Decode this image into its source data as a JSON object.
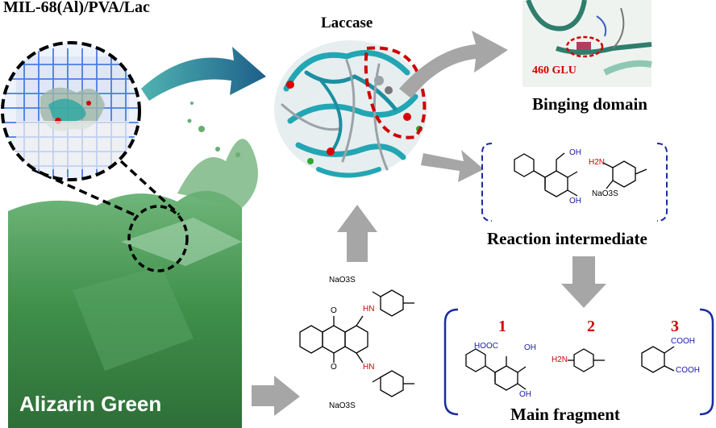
{
  "labels": {
    "composite": "MIL-68(Al)/PVA/Lac",
    "enzyme": "Laccase",
    "binding_residue": "460 GLU",
    "binding_domain": "Binging domain",
    "intermediate": "Reaction  intermediate",
    "fragment": "Main fragment",
    "dye": "Alizarin Green"
  },
  "chem": {
    "oh": "OH",
    "h2n": "H2N",
    "naso3s": "NaO3S",
    "hn": "HN",
    "o": "O",
    "hooc": "HOOC",
    "cooh": "COOH",
    "frag1": "1",
    "frag2": "2",
    "frag3": "3"
  },
  "colors": {
    "arrow_gray": "#a6a6a6",
    "arrow_teal": "#2a7f96",
    "water_green": "#3f8f4a",
    "highlight_red": "#d00000",
    "bracket_blue": "#1a2ca0"
  }
}
